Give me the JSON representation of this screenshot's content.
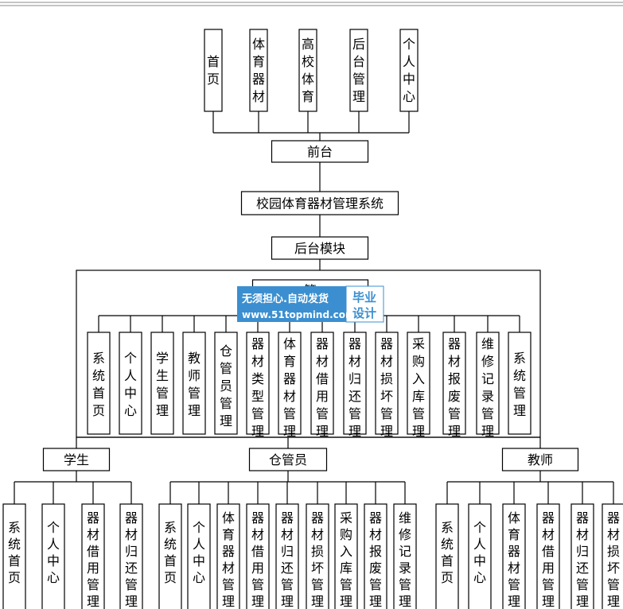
{
  "top_menu": [
    "首页",
    "体育器材",
    "高校体育",
    "后台管理",
    "个人中心"
  ],
  "front": "前台",
  "system": "校园体育器材管理系统",
  "backend": "后台模块",
  "admin_label": "管",
  "admin_modules": [
    "系统首页",
    "个人中心",
    "学生管理",
    "教师管理",
    "仓管员管理",
    "器材类型管理",
    "体育器材管理",
    "器材借用管理",
    "器材归还管理",
    "器材损坏管理",
    "采购入库管理",
    "器材报废管理",
    "维修记录管理",
    "系统管理"
  ],
  "student": {
    "label": "学生",
    "modules": [
      "系统首页",
      "个人中心",
      "器材借用管理",
      "器材归还管理"
    ]
  },
  "keeper": {
    "label": "仓管员",
    "modules": [
      "系统首页",
      "个人中心",
      "体育器材管理",
      "器材借用管理",
      "器材归还管理",
      "器材损坏管理",
      "采购入库管理",
      "器材报废管理",
      "维修记录管理"
    ]
  },
  "teacher": {
    "label": "教师",
    "modules": [
      "系统首页",
      "个人中心",
      "体育器材管理",
      "器材借用管理",
      "器材归还管理",
      "器材损坏管理"
    ]
  },
  "watermark": {
    "line1": "无须担心.自动发货",
    "line2": "www.51topmind.com",
    "badge_line1": "毕业",
    "badge_line2": "设计"
  }
}
